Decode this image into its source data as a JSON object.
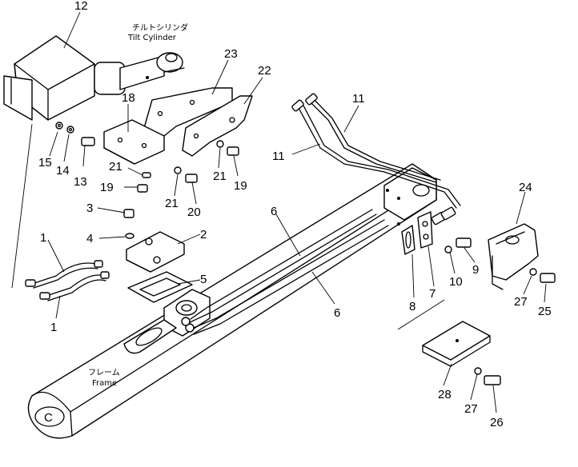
{
  "labels": {
    "tilt_cylinder_jp": "チルトシリンダ",
    "tilt_cylinder_en": "Tilt Cylinder",
    "frame_jp": "フレーム",
    "frame_en": "Frame",
    "frame_mark": "C"
  },
  "callouts": [
    "12",
    "23",
    "22",
    "18",
    "11",
    "11",
    "15",
    "14",
    "13",
    "21",
    "19",
    "21",
    "20",
    "21",
    "19",
    "3",
    "2",
    "4",
    "1",
    "1",
    "5",
    "6",
    "6",
    "8",
    "7",
    "9",
    "10",
    "24",
    "27",
    "25",
    "28",
    "27",
    "26"
  ]
}
